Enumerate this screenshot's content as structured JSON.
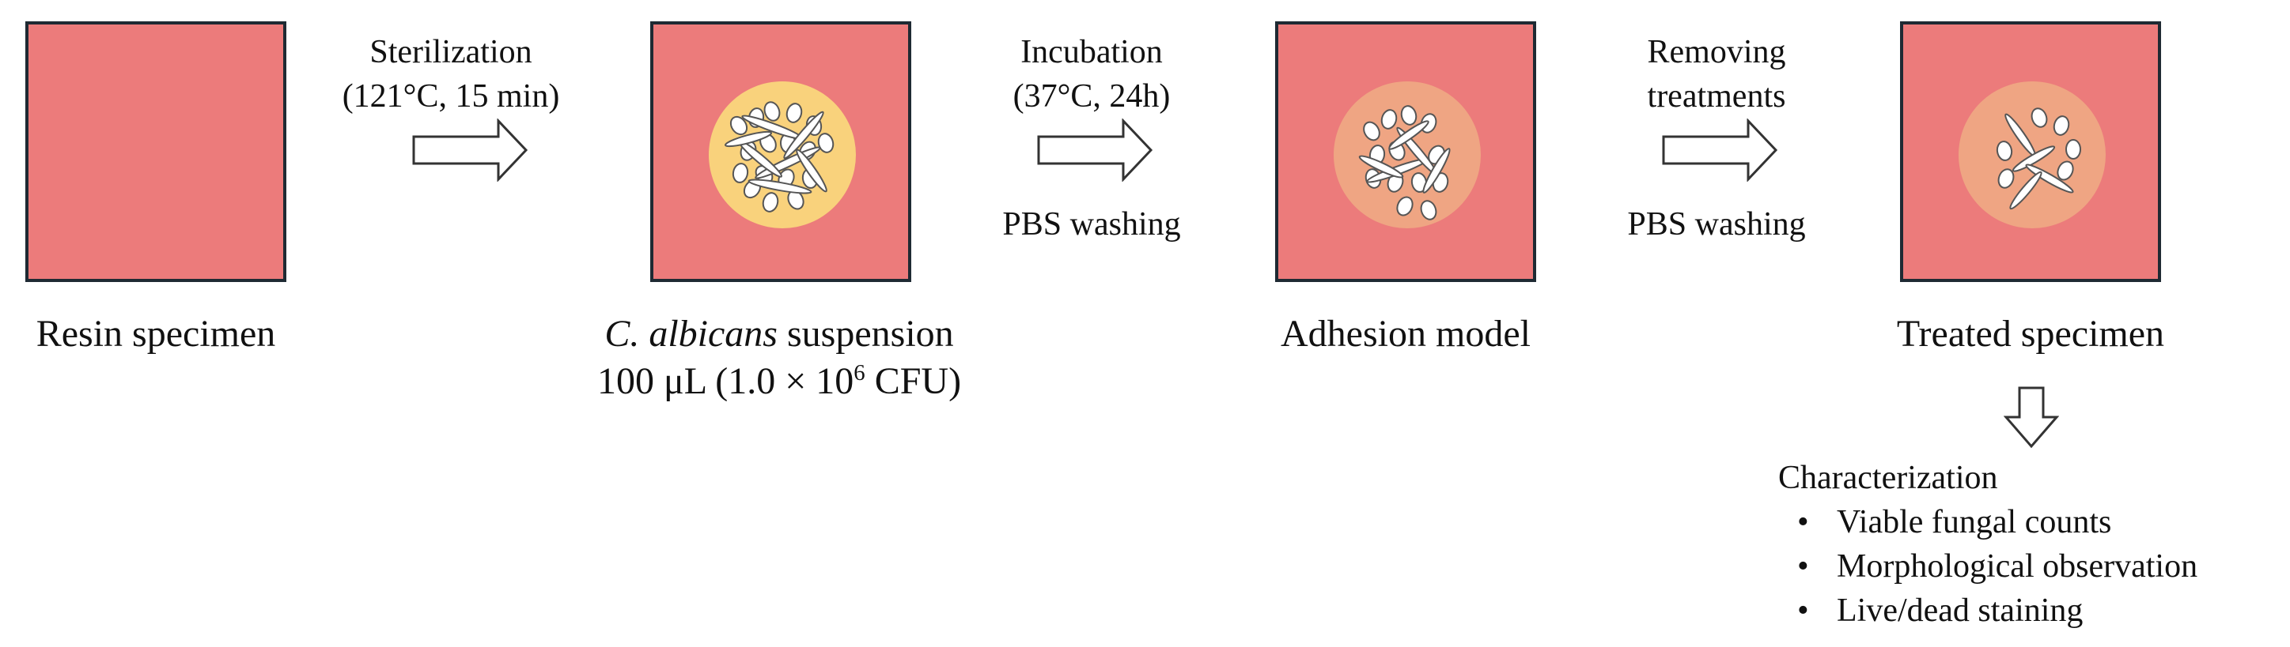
{
  "colors": {
    "specimen_fill": "#ec7b7b",
    "specimen_border": "#1f2a33",
    "suspension_fill": "#f9d27c",
    "adhered_fill": "#efa583",
    "cell_fill": "#ffffff"
  },
  "stages": [
    {
      "label": "Resin specimen",
      "circle": "none"
    },
    {
      "label_italic": "C. albicans",
      "label_rest": " suspension",
      "label_line2_a": "100 μL (1.0 × 10",
      "label_line2_sup": "6",
      "label_line2_b": " CFU)",
      "circle": "suspension"
    },
    {
      "label": "Adhesion model",
      "circle": "adhered"
    },
    {
      "label": "Treated specimen",
      "circle": "treated"
    }
  ],
  "steps": [
    {
      "top": "Sterilization",
      "top2": "(121°C, 15 min)",
      "bottom": ""
    },
    {
      "top": "Incubation",
      "top2": "(37°C, 24h)",
      "bottom": "PBS washing"
    },
    {
      "top": "Removing",
      "top2": "treatments",
      "bottom": "PBS washing"
    }
  ],
  "characterization": {
    "title": "Characterization",
    "items": [
      "Viable fungal counts",
      "Morphological observation",
      "Live/dead staining"
    ],
    "bullet": "•"
  }
}
